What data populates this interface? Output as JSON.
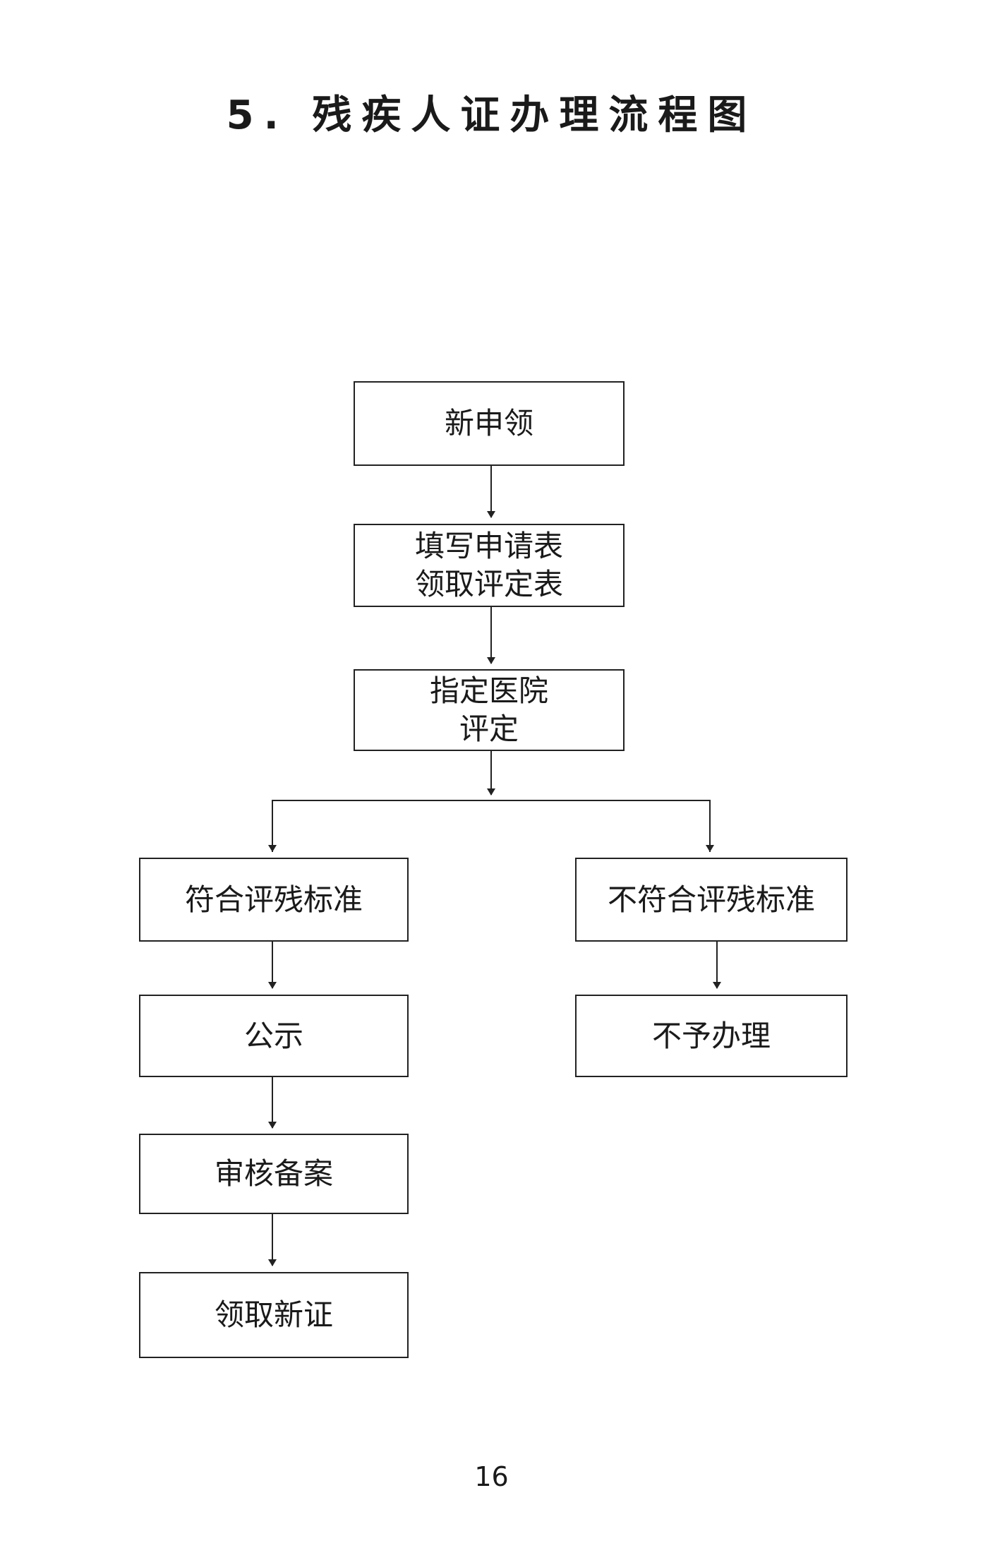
{
  "title": "5. 残疾人证办理流程图",
  "page_number": "16",
  "flow": {
    "new_application": "新申领",
    "fill_form_line1": "填写申请表",
    "fill_form_line2": "领取评定表",
    "hospital_line1": "指定医院",
    "hospital_line2": "评定",
    "meets_standard": "符合评残标准",
    "not_meets_standard": "不符合评残标准",
    "publicize": "公示",
    "review_filing": "审核备案",
    "collect_certificate": "领取新证",
    "not_processed": "不予办理"
  }
}
